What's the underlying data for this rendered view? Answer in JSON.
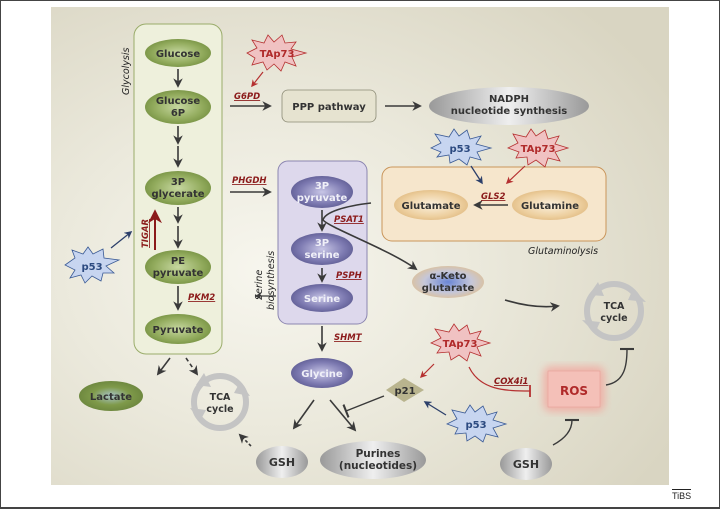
{
  "glycolysis": {
    "title": "Glycolysis",
    "nodes": [
      "Glucose",
      "Glucose 6P",
      "3P glycerate",
      "PE pyruvate",
      "Pyruvate"
    ],
    "enzymes": {
      "tigar": "TIGAR",
      "pkm2": "PKM2"
    }
  },
  "ppp": {
    "enzyme": "G6PD",
    "box": "PPP pathway",
    "product_line1": "NADPH",
    "product_line2": "nucleotide synthesis"
  },
  "serine": {
    "title_line1": "Serine",
    "title_line2": "biosynthesis",
    "entry_enzyme": "PHGDH",
    "nodes": [
      "3P pyruvate",
      "3P serine",
      "Serine"
    ],
    "enzymes": {
      "psat1": "PSAT1",
      "psph": "PSPH",
      "shmt": "SHMT"
    }
  },
  "glutaminolysis": {
    "title": "Glutaminolysis",
    "glutamate": "Glutamate",
    "glutamine": "Glutamine",
    "enzyme": "GLS2",
    "akg_line1": "α-Keto",
    "akg_line2": "glutarate"
  },
  "regulators": {
    "p53": "p53",
    "tap73": "TAp73",
    "p21": "p21"
  },
  "products": {
    "lactate": "Lactate",
    "tca_line1": "TCA",
    "tca_line2": "cycle",
    "glycine": "Glycine",
    "gsh": "GSH",
    "purines_line1": "Purines",
    "purines_line2": "(nucleotides)",
    "ros": "ROS",
    "cox": "COX4i1"
  },
  "credit": "TiBS",
  "colors": {
    "background": "#dcd8c5",
    "glycolysis_box": "#eef0dc",
    "green_node": "#7f9a4a",
    "serine_box": "#ddd8ec",
    "purple_node": "#5b5890",
    "glutaminolysis_box": "#f6e6cc",
    "tan_node": "#e3bf8a",
    "grey_node": "#a8a8a8",
    "p53_fill": "#c7d5f0",
    "p53_text": "#2c4a80",
    "tap73_fill": "#f0c2c2",
    "tap73_text": "#b02a2a",
    "enzyme_text": "#8b1a1a",
    "ros_fill": "#f2b9b0",
    "ros_text": "#b02a2a",
    "p21_fill": "#b9b48e"
  }
}
